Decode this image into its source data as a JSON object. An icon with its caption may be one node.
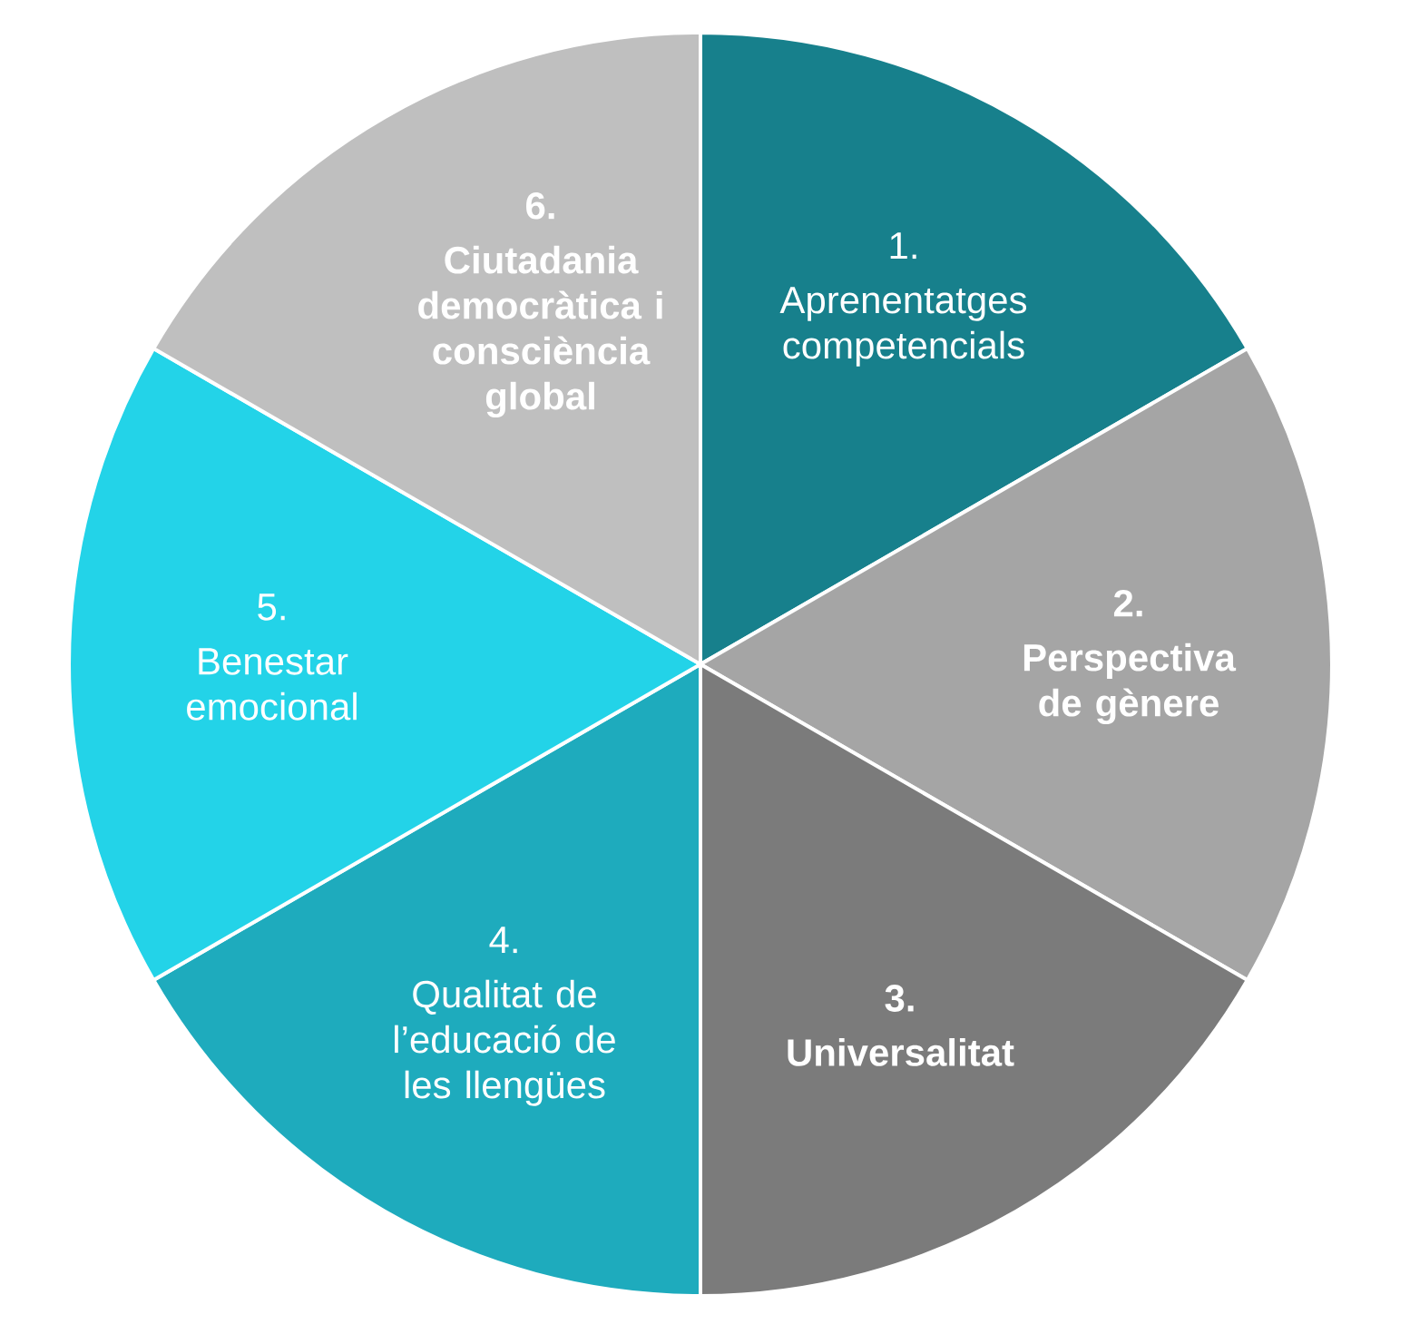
{
  "diagram": {
    "nodes": [
      {
        "text": [
          "1.",
          "Aprenentatges competencials"
        ]
      },
      {
        "text": [
          "2.",
          "Perspectiva de gènere"
        ]
      },
      {
        "text": [
          "3.",
          "Universalitat"
        ]
      },
      {
        "text": [
          "4.",
          "Qualitat de l’educació de les llengües"
        ]
      },
      {
        "text": [
          "5.",
          "Benestar emocional"
        ]
      },
      {
        "text": [
          "6.",
          "Ciutadania democràtica i consciència global"
        ]
      }
    ]
  }
}
